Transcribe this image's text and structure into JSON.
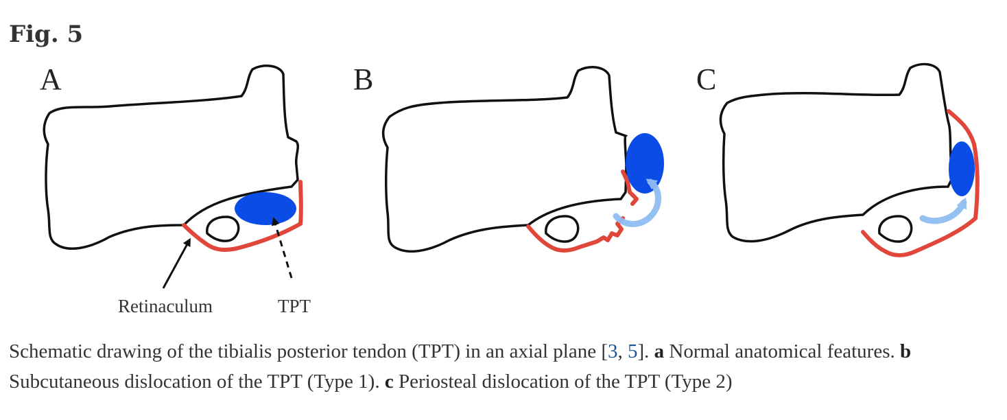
{
  "figure": {
    "title": "Fig. 5",
    "panels": [
      {
        "letter": "A"
      },
      {
        "letter": "B"
      },
      {
        "letter": "C"
      }
    ],
    "labels": {
      "retinaculum": "Retinaculum",
      "tpt": "TPT"
    },
    "colors": {
      "outline": "#111111",
      "retinaculum": "#e0473a",
      "tendon": "#0b4be6",
      "motion_arrow": "#8fbdf2",
      "link": "#1a5690"
    },
    "icons": [
      "solid-arrow-icon",
      "dashed-arrow-icon",
      "curved-arrow-icon"
    ]
  },
  "caption": {
    "main": "Schematic drawing of the tibialis posterior tendon (TPT) in an axial plane [",
    "ref1": "3",
    "sep": ", ",
    "ref2": "5",
    "after_refs": "]. ",
    "a_label": "a",
    "a_text": " Normal anatomical features. ",
    "b_label": "b",
    "b_text": " Subcutaneous dislocation of the TPT (Type 1). ",
    "c_label": "c",
    "c_text": " Periosteal dislocation of the TPT (Type 2)"
  }
}
